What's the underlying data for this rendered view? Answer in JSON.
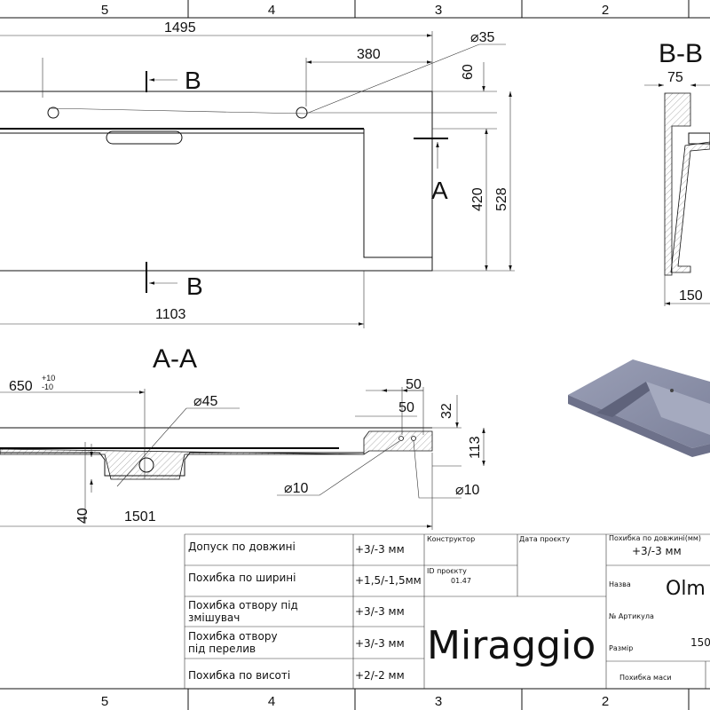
{
  "border": {
    "columns": [
      "5",
      "4",
      "3",
      "2"
    ]
  },
  "top_view": {
    "length_overall": "1495",
    "hole_offset": "380",
    "hole_diameter": "⌀35",
    "hole_edge_distance": "60",
    "basin_depth": "420",
    "width_overall": "528",
    "basin_length": "1103",
    "section_b_label": "B",
    "section_a_label": "A"
  },
  "section_aa": {
    "title": "A-A",
    "drain_position": "650",
    "drain_tol_plus": "+10",
    "drain_tol_minus": "-10",
    "drain_diameter": "⌀45",
    "dim_50_top": "50",
    "dim_50_inner": "50",
    "dim_32": "32",
    "dim_113": "113",
    "overflow_diameter_left": "⌀10",
    "overflow_diameter_right": "⌀10",
    "dim_40": "40",
    "length": "1501"
  },
  "section_bb": {
    "title": "B-B",
    "dim_75": "75",
    "dim_150": "150"
  },
  "title_block": {
    "tolerances": [
      {
        "label": "Допуск по довжині",
        "value": "+3/-3 мм"
      },
      {
        "label": "Похибка по ширині",
        "value": "+1,5/-1,5мм"
      },
      {
        "label": "Похибка отвору під",
        "label2": "змішувач",
        "value": "+3/-3 мм"
      },
      {
        "label": "Похибка отвору",
        "label2": "під перелив",
        "value": "+3/-3 мм"
      },
      {
        "label": "Похибка по висоті",
        "value": "+2/-2 мм"
      }
    ],
    "designer_label": "Конструктор",
    "project_date_label": "Дата проєкту",
    "project_id_label": "ID проєкту",
    "project_id": "01.47",
    "brand": "Miraggio",
    "length_tol_label": "Похибка по довжині(мм)",
    "length_tol_value": "+3/-3 мм",
    "name_label": "Назва",
    "name_value": "Olm",
    "article_label": "№ Артикула",
    "size_label": "Размір",
    "size_value": "150",
    "mass_tol_label": "Похибка маси"
  }
}
